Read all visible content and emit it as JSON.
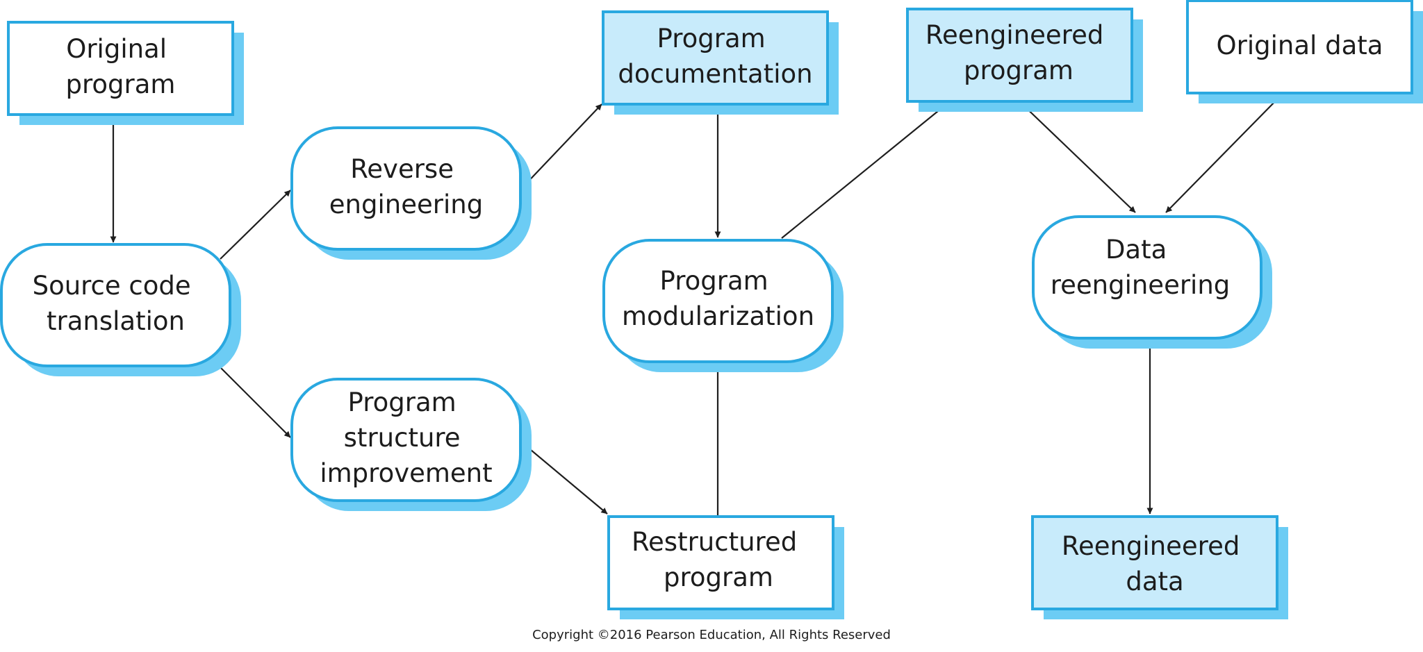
{
  "colors": {
    "border": "#29a8e0",
    "shadow": "#6cccf4",
    "doc_fill": "#c8ebfb",
    "plain_fill": "#ffffff",
    "arrow": "#1e1e1e",
    "text": "#1c1c1c"
  },
  "nodes": {
    "original_program": {
      "lines": [
        "Original",
        "program"
      ]
    },
    "source_code_translation": {
      "lines": [
        "Source code",
        "translation"
      ]
    },
    "reverse_engineering": {
      "lines": [
        "Reverse",
        "engineering"
      ]
    },
    "program_structure_improvement": {
      "lines": [
        "Program",
        "structure",
        "improvement"
      ]
    },
    "program_documentation": {
      "lines": [
        "Program",
        "documentation"
      ]
    },
    "program_modularization": {
      "lines": [
        "Program",
        "modularization"
      ]
    },
    "restructured_program": {
      "lines": [
        "Restructured",
        "program"
      ]
    },
    "reengineered_program": {
      "lines": [
        "Reengineered",
        "program"
      ]
    },
    "original_data": {
      "lines": [
        "Original data"
      ]
    },
    "data_reengineering": {
      "lines": [
        "Data",
        "reengineering"
      ]
    },
    "reengineered_data": {
      "lines": [
        "Reengineered",
        "data"
      ]
    }
  },
  "footer": {
    "copyright": "Copyright ©2016 Pearson Education, All Rights Reserved"
  }
}
